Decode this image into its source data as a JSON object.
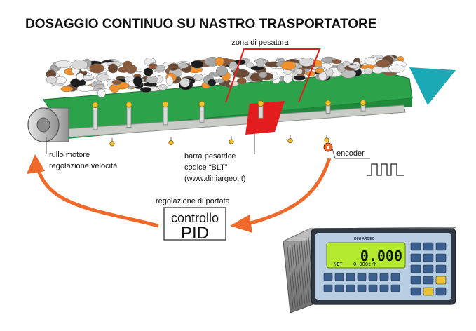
{
  "title": "DOSAGGIO CONTINUO SU NASTRO TRASPORTATORE",
  "labels": {
    "weighing_zone": "zona di pesatura",
    "motor_roller_line1": "rullo motore",
    "motor_roller_line2": "regolazione velocità",
    "load_cell_line1": "barra pesatrice",
    "load_cell_line2": "codice “BLT”",
    "load_cell_line3": "(www.diniargeo.it)",
    "encoder": "encoder",
    "flow_regulation": "regolazione di portata"
  },
  "pid_box": {
    "line1": "controllo",
    "line2": "PID"
  },
  "indicator": {
    "display_value": "0.000",
    "display_status": "NET",
    "display_sub": "0.000t/h",
    "brand": "DINI ARGEO"
  },
  "colors": {
    "belt_green": "#2ca34a",
    "frame_gray": "#c9cbc6",
    "weigh_zone_red": "#e31d1d",
    "arrow_orange": "#ef6a2a",
    "discharge_cyan": "#1aa9b5",
    "lcd_green": "#b4ea2f",
    "panel_blue": "#b9cde3"
  },
  "icons": [
    "encoder-pulse-signal-icon",
    "load-cell-bar-icon",
    "motor-roller-icon"
  ]
}
